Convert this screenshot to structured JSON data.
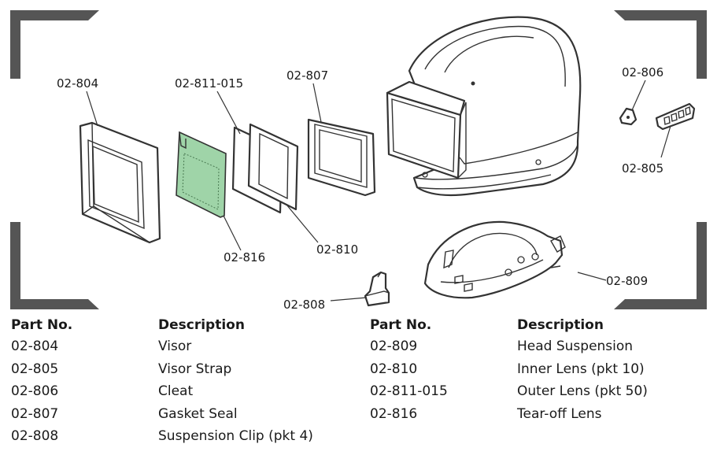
{
  "callouts": {
    "p804": "02-804",
    "p811": "02-811-015",
    "p807": "02-807",
    "p806": "02-806",
    "p805": "02-805",
    "p816": "02-816",
    "p810": "02-810",
    "p809": "02-809",
    "p808": "02-808"
  },
  "colors": {
    "tear_off_lens": "#9fd4a8",
    "frame_corners": "#555555"
  },
  "table": {
    "left": {
      "part_header": "Part No.",
      "desc_header": "Description",
      "rows": [
        {
          "part": "02-804",
          "desc": "Visor"
        },
        {
          "part": "02-805",
          "desc": "Visor Strap"
        },
        {
          "part": "02-806",
          "desc": "Cleat"
        },
        {
          "part": "02-807",
          "desc": "Gasket Seal"
        },
        {
          "part": "02-808",
          "desc": "Suspension Clip (pkt 4)"
        }
      ]
    },
    "right": {
      "part_header": "Part No.",
      "desc_header": "Description",
      "rows": [
        {
          "part": "02-809",
          "desc": "Head Suspension"
        },
        {
          "part": "02-810",
          "desc": "Inner Lens (pkt 10)"
        },
        {
          "part": "02-811-015",
          "desc": "Outer Lens (pkt 50)"
        },
        {
          "part": "02-816",
          "desc": "Tear-off Lens"
        }
      ]
    }
  }
}
